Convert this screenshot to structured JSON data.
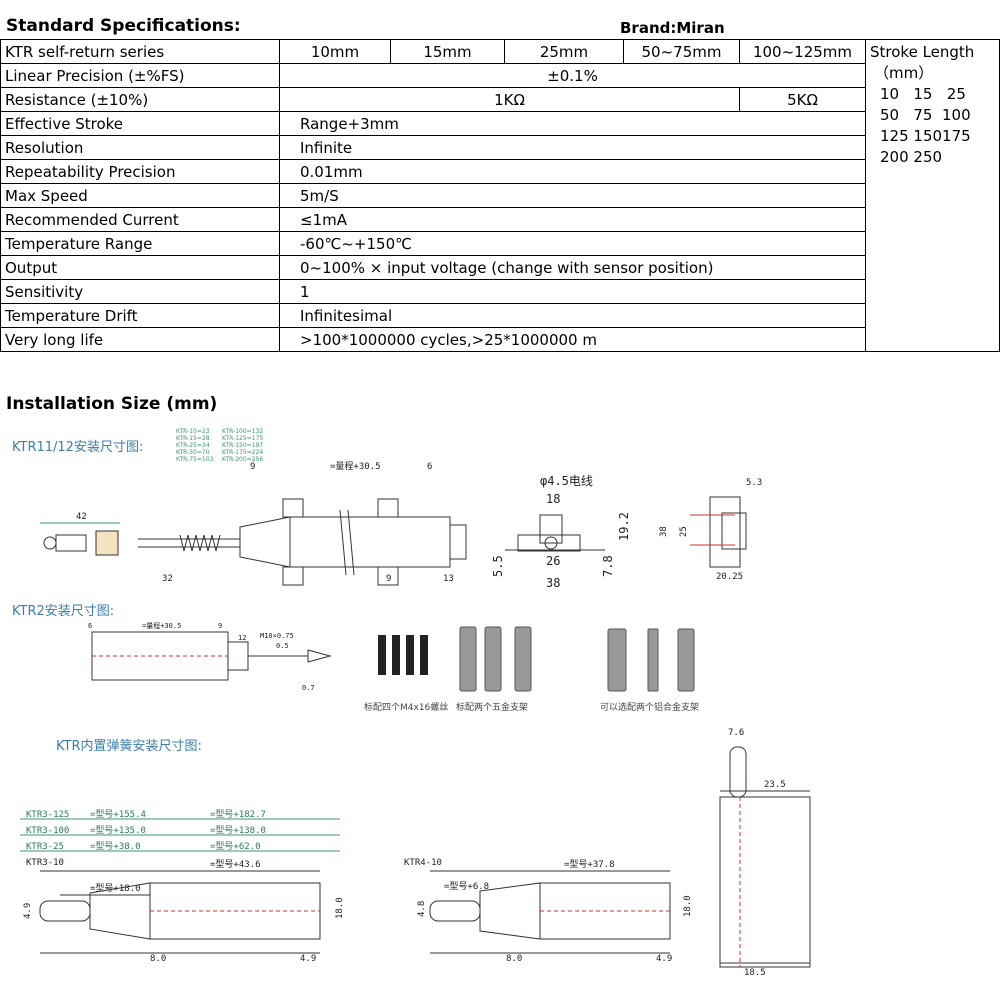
{
  "header": {
    "title": "Standard Specifications:",
    "brand": "Brand:Miran"
  },
  "spec_table": {
    "series_label": "KTR self-return series",
    "columns": [
      "10mm",
      "15mm",
      "25mm",
      "50~75mm",
      "100~125mm"
    ],
    "linear_precision": {
      "label": "Linear Precision (±%FS)",
      "value": "±0.1%"
    },
    "resistance": {
      "label": "Resistance (±10%)",
      "value_a": "1KΩ",
      "value_b": "5KΩ"
    },
    "rows": [
      {
        "label": "Effective Stroke",
        "value": "Range+3mm"
      },
      {
        "label": "Resolution",
        "value": "Infinite"
      },
      {
        "label": "Repeatability Precision",
        "value": "0.01mm"
      },
      {
        "label": "Max Speed",
        "value": "5m/S"
      },
      {
        "label": "Recommended Current",
        "value": "≤1mA"
      },
      {
        "label": "Temperature Range",
        "value": "-60℃~+150℃"
      },
      {
        "label": "Output",
        "value": "0~100% × input voltage (change with sensor position)"
      },
      {
        "label": "Sensitivity",
        "value": "1"
      },
      {
        "label": "Temperature Drift",
        "value": "Infinitesimal"
      },
      {
        "label": "Very long life",
        "value": ">100*1000000 cycles,>25*1000000 m"
      }
    ],
    "stroke_length": {
      "title": "Stroke Length",
      "unit": "（mm）",
      "lines": [
        "10   15   25",
        "50   75  100",
        "125 150175",
        "200 250"
      ]
    }
  },
  "installation": {
    "title": "Installation Size (mm)",
    "ktr11_title": "KTR11/12安装尺寸图:",
    "ktr2_title": "KTR2安装尺寸图:",
    "ktr_spring_title": "KTR内置弹簧安装尺寸图:",
    "model_table_a": [
      "KTR-10=23",
      "KTR-15=28",
      "KTR-25=34",
      "KTR-50=70",
      "KTR-75=103"
    ],
    "model_table_b": [
      "KTR-100=132",
      "KTR-125=175",
      "KTR-150=197",
      "KTR-175=224",
      "KTR-200=256"
    ],
    "dims": {
      "d42": "42",
      "d9": "9",
      "stroke": "=量程+30.5",
      "d6": "6",
      "d32": "32",
      "d9b": "9",
      "d13": "13",
      "cable": "φ4.5电线",
      "d18": "18",
      "d19_2": "19.2",
      "d5_5": "5.5",
      "d26": "26",
      "d7_8": "7.8",
      "d38": "38",
      "d5_3": "5.3",
      "d38b": "38",
      "d25": "25",
      "d20_25": "20.25",
      "ktr2_stroke": "=量程+30.5",
      "d12": "12",
      "m10": "M10×0.75",
      "d6b": "6",
      "d9c": "9",
      "d0_5": "0.5",
      "d0_7": "0.7"
    },
    "accessory_captions": [
      "标配四个M4x16螺丝",
      "标配两个五金支架",
      "可以选配两个铝合金支架"
    ],
    "ktr3": {
      "rows": [
        {
          "model": "KTR3-125",
          "a": "=型号+155.4",
          "b": "=型号+182.7"
        },
        {
          "model": "KTR3-100",
          "a": "=型号+135.0",
          "b": "=型号+138.0"
        },
        {
          "model": "KTR3-25",
          "a": "=型号+38.0",
          "b": "=型号+62.0"
        },
        {
          "model": "KTR3-10",
          "a": "",
          "b": "=型号+43.6"
        }
      ],
      "inner": "=型号+18.0",
      "d4_9": "4.9",
      "d18": "18.0",
      "d8": "8.0",
      "d4_9b": "4.9"
    },
    "ktr4": {
      "model": "KTR4-10",
      "outer": "=型号+37.8",
      "inner": "=型号+6.8",
      "d4_8": "4.8",
      "d18": "18.0",
      "d8": "8.0",
      "d4_9": "4.9"
    },
    "side_view": {
      "d7_6": "7.6",
      "d23_5": "23.5",
      "d18_5": "18.5"
    }
  }
}
